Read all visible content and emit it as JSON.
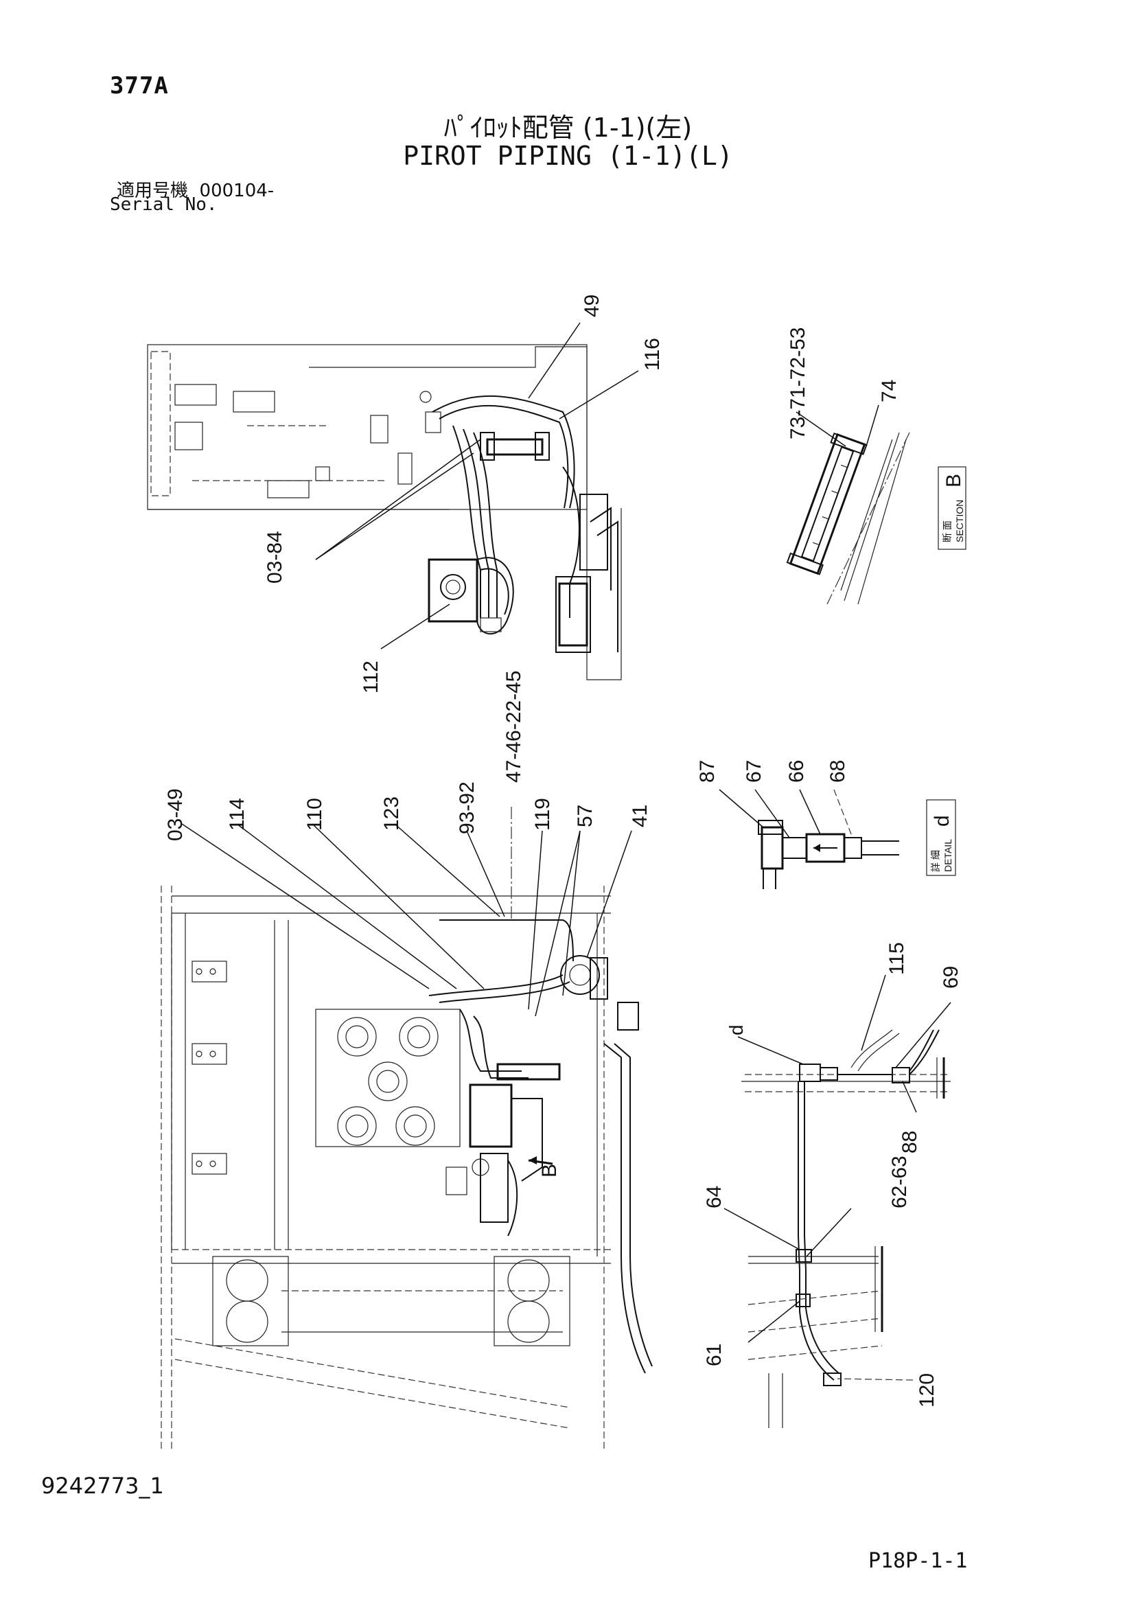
{
  "header": {
    "page_code": "377A",
    "title_jp": "ﾊﾟｲﾛｯﾄ配管 (1-1)(左)",
    "title_en": "PIROT PIPING (1-1)(L)",
    "serial_label_jp": "適用号機",
    "serial_value": "000104-",
    "serial_label_en": "Serial No."
  },
  "footer": {
    "document_number": "9242773_1",
    "page_number": "P18P-1-1"
  },
  "callouts": {
    "top_view": [
      "49",
      "116",
      "03-84",
      "112"
    ],
    "section_b": [
      "73-71-72-53",
      "74"
    ],
    "main_view": [
      "03-49",
      "114",
      "110",
      "123",
      "93-92",
      "47-46-22-45",
      "119",
      "57",
      "41"
    ],
    "detail_d": [
      "87",
      "67",
      "66",
      "68"
    ],
    "side_view": [
      "115",
      "69",
      "88",
      "64",
      "62-63",
      "61",
      "120"
    ]
  },
  "section_box": {
    "jp": "断 面",
    "en": "SECTION",
    "letter": "B"
  },
  "detail_box": {
    "jp": "詳 細",
    "en": "DETAIL",
    "letter": "d"
  },
  "view_markers": {
    "section_arrow": "B",
    "detail_ref": "d"
  }
}
